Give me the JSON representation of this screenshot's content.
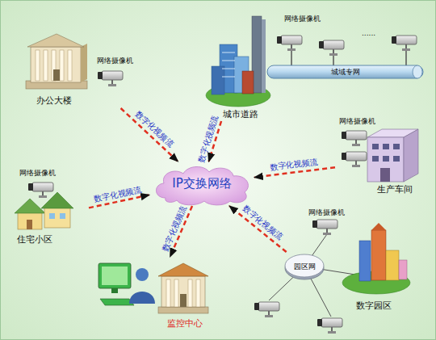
{
  "diagram": {
    "nodes": [
      {
        "text": [
          "办公大楼"
        ]
      },
      {
        "text": [
          "城市道路"
        ]
      },
      {
        "text": [
          "城域专网"
        ]
      },
      {
        "text": [
          "IP交换网络"
        ]
      },
      {
        "text": [
          "生产车间"
        ]
      },
      {
        "text": [
          "住宅小区"
        ]
      },
      {
        "text": [
          "园区网"
        ]
      },
      {
        "text": [
          "数字园区"
        ]
      },
      {
        "text": [
          "监控中心"
        ]
      }
    ],
    "edges": [
      {
        "from": 0,
        "to": 3,
        "arrow": "to",
        "label": "数字化视频流"
      },
      {
        "from": 1,
        "to": 3,
        "arrow": "to",
        "label": "数字化视频流"
      },
      {
        "from": 4,
        "to": 3,
        "arrow": "to",
        "label": "数字化视频流"
      },
      {
        "from": 5,
        "to": 3,
        "arrow": "to",
        "label": "数字化视频流"
      },
      {
        "from": 6,
        "to": 3,
        "arrow": "to",
        "label": "数字化视频流"
      },
      {
        "from": 3,
        "to": 8,
        "arrow": "to",
        "label": "数字化视频流"
      }
    ],
    "labels": [
      "网络摄像机",
      "网络摄像机",
      "......",
      "网络摄像机",
      "网络摄像机",
      "网络摄像机"
    ]
  }
}
